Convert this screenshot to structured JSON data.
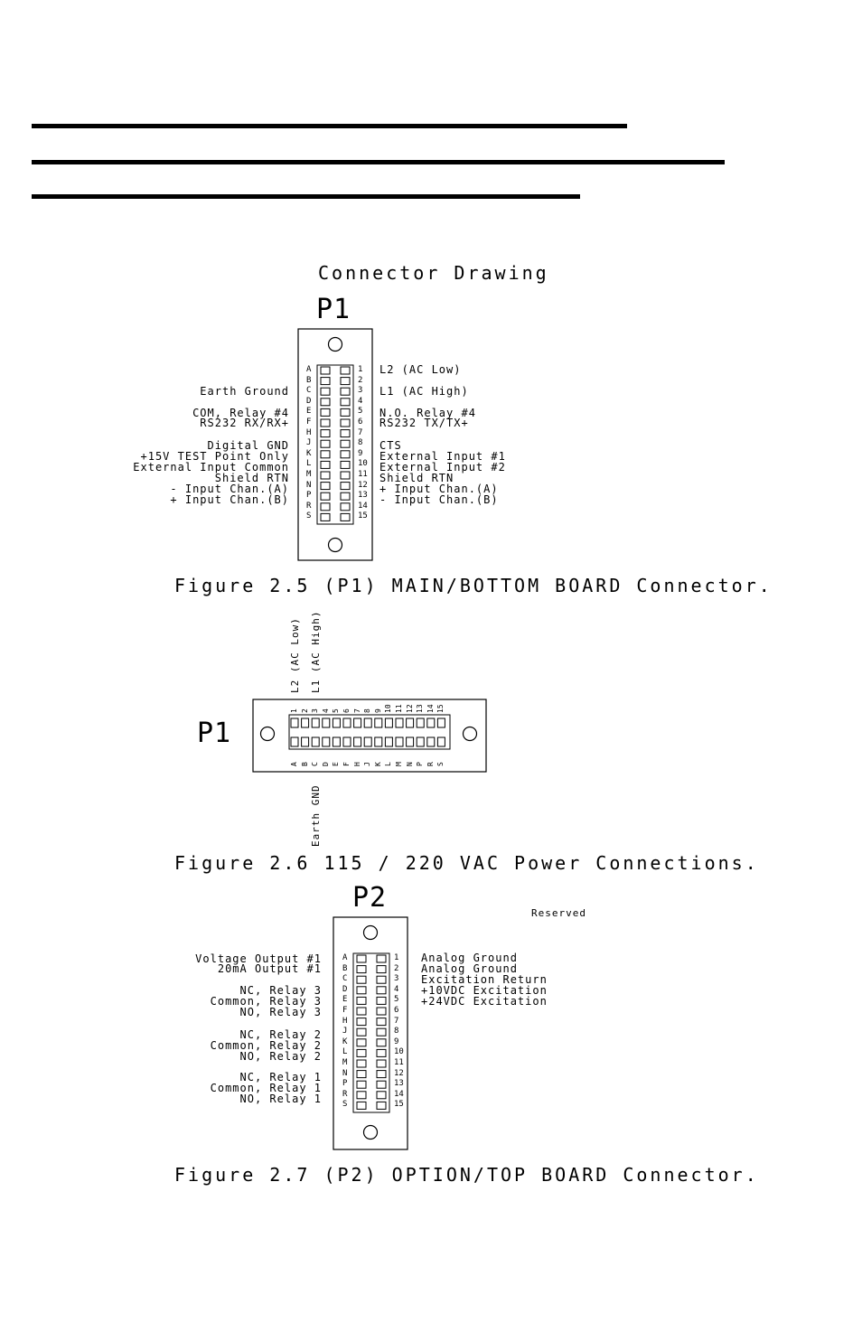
{
  "section_title": "Connector Drawing",
  "p1": {
    "label": "P1",
    "letters": [
      "A",
      "B",
      "C",
      "D",
      "E",
      "F",
      "H",
      "J",
      "K",
      "L",
      "M",
      "N",
      "P",
      "R",
      "S"
    ],
    "numbers": [
      "1",
      "2",
      "3",
      "4",
      "5",
      "6",
      "7",
      "8",
      "9",
      "10",
      "11",
      "12",
      "13",
      "14",
      "15"
    ],
    "left_labels": [
      "Earth Ground",
      "COM, Relay #4",
      "RS232 RX/RX+",
      "Digital GND",
      "+15V TEST Point Only",
      "External Input Common",
      "Shield RTN",
      "- Input Chan.(A)",
      "+ Input Chan.(B)"
    ],
    "right_labels": [
      "L2 (AC Low)",
      "L1 (AC High)",
      "N.O. Relay #4",
      "RS232 TX/TX+",
      "CTS",
      "External Input #1",
      "External Input #2",
      "Shield RTN",
      "+ Input Chan.(A)",
      "- Input Chan.(B)"
    ],
    "caption": "Figure 2.5 (P1) MAIN/BOTTOM BOARD Connector."
  },
  "power": {
    "label": "P1",
    "top_labels": [
      "L2 (AC Low)",
      "L1 (AC High)"
    ],
    "bottom_label": "Earth GND",
    "numbers": [
      "1",
      "2",
      "3",
      "4",
      "5",
      "6",
      "7",
      "8",
      "9",
      "10",
      "11",
      "12",
      "13",
      "14",
      "15"
    ],
    "letters": [
      "A",
      "B",
      "C",
      "D",
      "E",
      "F",
      "H",
      "J",
      "K",
      "L",
      "M",
      "N",
      "P",
      "R",
      "S"
    ],
    "caption": "Figure 2.6  115 / 220 VAC Power Connections."
  },
  "p2": {
    "label": "P2",
    "reserved": "Reserved",
    "letters": [
      "A",
      "B",
      "C",
      "D",
      "E",
      "F",
      "H",
      "J",
      "K",
      "L",
      "M",
      "N",
      "P",
      "R",
      "S"
    ],
    "numbers": [
      "1",
      "2",
      "3",
      "4",
      "5",
      "6",
      "7",
      "8",
      "9",
      "10",
      "11",
      "12",
      "13",
      "14",
      "15"
    ],
    "left_labels": [
      "Voltage Output #1",
      "20mA Output #1",
      "NC, Relay 3",
      "Common, Relay 3",
      "NO, Relay 3",
      "NC, Relay 2",
      "Common, Relay 2",
      "NO, Relay 2",
      "NC, Relay 1",
      "Common, Relay 1",
      "NO, Relay 1"
    ],
    "right_labels": [
      "Analog Ground",
      "Analog Ground",
      "Excitation Return",
      "+10VDC Excitation",
      "+24VDC Excitation"
    ],
    "caption": "Figure 2.7 (P2) OPTION/TOP BOARD Connector."
  }
}
